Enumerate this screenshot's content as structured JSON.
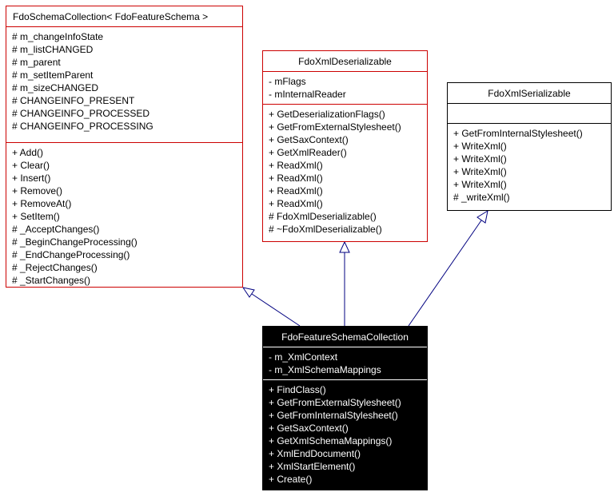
{
  "classes": {
    "schema_collection": {
      "name": "FdoSchemaCollection< FdoFeatureSchema >",
      "attributes": [
        "# m_changeInfoState",
        "# m_listCHANGED",
        "# m_parent",
        "# m_setItemParent",
        "# m_sizeCHANGED",
        "# CHANGEINFO_PRESENT",
        "# CHANGEINFO_PROCESSED",
        "# CHANGEINFO_PROCESSING"
      ],
      "methods": [
        "+ Add()",
        "+ Clear()",
        "+ Insert()",
        "+ Remove()",
        "+ RemoveAt()",
        "+ SetItem()",
        "# _AcceptChanges()",
        "# _BeginChangeProcessing()",
        "# _EndChangeProcessing()",
        "# _RejectChanges()",
        "# _StartChanges()"
      ]
    },
    "xml_deserializable": {
      "name": "FdoXmlDeserializable",
      "attributes": [
        "- mFlags",
        "- mInternalReader"
      ],
      "methods": [
        "+ GetDeserializationFlags()",
        "+ GetFromExternalStylesheet()",
        "+ GetSaxContext()",
        "+ GetXmlReader()",
        "+ ReadXml()",
        "+ ReadXml()",
        "+ ReadXml()",
        "+ ReadXml()",
        "# FdoXmlDeserializable()",
        "# ~FdoXmlDeserializable()"
      ]
    },
    "xml_serializable": {
      "name": "FdoXmlSerializable",
      "attributes": [],
      "methods": [
        "+ GetFromInternalStylesheet()",
        "+ WriteXml()",
        "+ WriteXml()",
        "+ WriteXml()",
        "+ WriteXml()",
        "# _writeXml()"
      ]
    },
    "feature_schema_collection": {
      "name": "FdoFeatureSchemaCollection",
      "attributes": [
        "- m_XmlContext",
        "- m_XmlSchemaMappings"
      ],
      "methods": [
        "+ FindClass()",
        "+ GetFromExternalStylesheet()",
        "+ GetFromInternalStylesheet()",
        "+ GetSaxContext()",
        "+ GetXmlSchemaMappings()",
        "+ XmlEndDocument()",
        "+ XmlStartElement()",
        "+ Create()"
      ]
    }
  },
  "colors": {
    "template_border": "#cc0000",
    "class_border": "#000000",
    "highlight_bg": "#000000",
    "highlight_fg": "#ffffff",
    "edge": "#000080"
  }
}
